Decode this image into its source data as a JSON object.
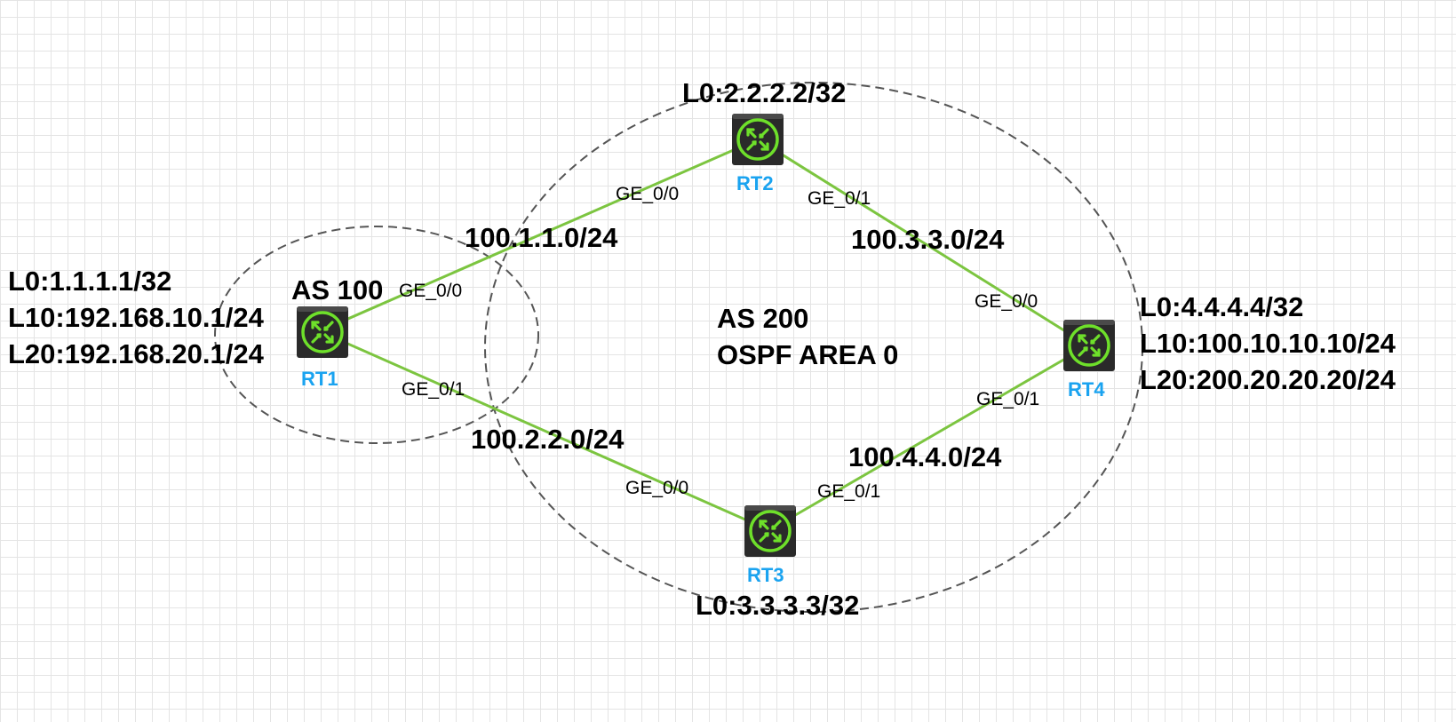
{
  "colors": {
    "link": "#7cc540",
    "router_body": "#2a2a2a",
    "router_icon": "#6ee02a",
    "router_label": "#1aa3f0",
    "boundary": "#555555",
    "grid": "#e4e4e4"
  },
  "areas": {
    "as100_label": "AS 100",
    "as200_label": "AS 200",
    "ospf_label": "OSPF AREA 0"
  },
  "routers": {
    "rt1": {
      "name": "RT1",
      "icon": "router-icon",
      "loopbacks": [
        "L0:1.1.1.1/32",
        "L10:192.168.10.1/24",
        "L20:192.168.20.1/24"
      ]
    },
    "rt2": {
      "name": "RT2",
      "icon": "router-icon",
      "loopbacks": [
        "L0:2.2.2.2/32"
      ]
    },
    "rt3": {
      "name": "RT3",
      "icon": "router-icon",
      "loopbacks": [
        "L0:3.3.3.3/32"
      ]
    },
    "rt4": {
      "name": "RT4",
      "icon": "router-icon",
      "loopbacks": [
        "L0:4.4.4.4/32",
        "L10:100.10.10.10/24",
        "L20:200.20.20.20/24"
      ]
    }
  },
  "links": {
    "rt1_rt2": {
      "network": "100.1.1.0/24",
      "port_a": "GE_0/0",
      "port_b": "GE_0/0"
    },
    "rt1_rt3": {
      "network": "100.2.2.0/24",
      "port_a": "GE_0/1",
      "port_b": "GE_0/0"
    },
    "rt2_rt4": {
      "network": "100.3.3.0/24",
      "port_a": "GE_0/1",
      "port_b": "GE_0/0"
    },
    "rt3_rt4": {
      "network": "100.4.4.0/24",
      "port_a": "GE_0/1",
      "port_b": "GE_0/1"
    }
  }
}
